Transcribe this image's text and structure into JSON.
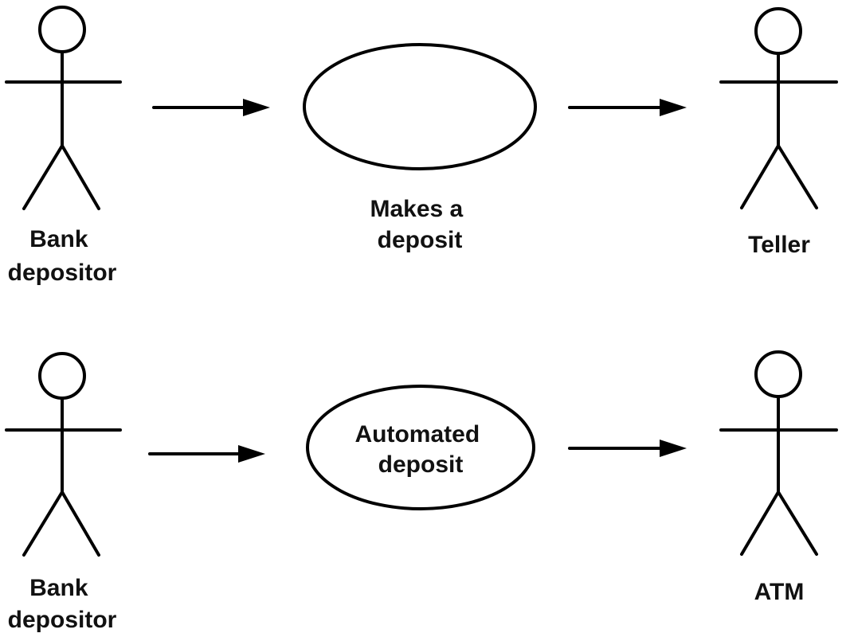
{
  "rows": [
    {
      "actor_left": {
        "label_lines": [
          "Bank",
          "depositor"
        ]
      },
      "use_case": {
        "label_lines": [
          "Makes a",
          "deposit"
        ]
      },
      "actor_right": {
        "label_lines": [
          "Teller"
        ]
      }
    },
    {
      "actor_left": {
        "label_lines": [
          "Bank",
          "depositor"
        ]
      },
      "use_case": {
        "label_lines": [
          "Automated",
          "deposit"
        ]
      },
      "actor_right": {
        "label_lines": [
          "ATM"
        ]
      }
    }
  ],
  "colors": {
    "stroke": "#000000",
    "text": "#111111",
    "background": "#ffffff"
  }
}
